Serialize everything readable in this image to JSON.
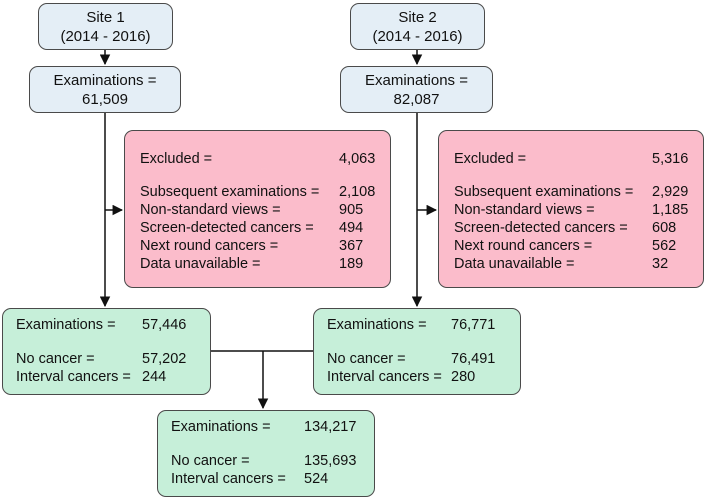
{
  "site1": {
    "header": {
      "line1": "Site 1",
      "line2": "(2014 - 2016)"
    },
    "exam": {
      "line1": "Examinations =",
      "line2": "61,509"
    },
    "excluded": {
      "excluded_label": "Excluded =",
      "excluded_value": "4,063",
      "items": [
        {
          "label": "Subsequent examinations =",
          "value": "2,108"
        },
        {
          "label": "Non-standard views =",
          "value": "905"
        },
        {
          "label": "Screen-detected cancers =",
          "value": "494"
        },
        {
          "label": "Next round cancers =",
          "value": "367"
        },
        {
          "label": "Data unavailable =",
          "value": "189"
        }
      ]
    },
    "final": {
      "exam_label": "Examinations =",
      "exam_value": "57,446",
      "nocancer_label": "No cancer =",
      "nocancer_value": "57,202",
      "interval_label": "Interval cancers =",
      "interval_value": "244"
    }
  },
  "site2": {
    "header": {
      "line1": "Site 2",
      "line2": "(2014 - 2016)"
    },
    "exam": {
      "line1": "Examinations =",
      "line2": "82,087"
    },
    "excluded": {
      "excluded_label": "Excluded =",
      "excluded_value": "5,316",
      "items": [
        {
          "label": "Subsequent examinations =",
          "value": "2,929"
        },
        {
          "label": "Non-standard views =",
          "value": "1,185"
        },
        {
          "label": "Screen-detected cancers =",
          "value": "608"
        },
        {
          "label": "Next round cancers =",
          "value": "562"
        },
        {
          "label": "Data unavailable =",
          "value": "32"
        }
      ]
    },
    "final": {
      "exam_label": "Examinations =",
      "exam_value": "76,771",
      "nocancer_label": "No cancer =",
      "nocancer_value": "76,491",
      "interval_label": "Interval cancers =",
      "interval_value": "280"
    }
  },
  "combined": {
    "exam_label": "Examinations =",
    "exam_value": "134,217",
    "nocancer_label": "No cancer =",
    "nocancer_value": "135,693",
    "interval_label": "Interval cancers =",
    "interval_value": "524"
  },
  "colors": {
    "header_fill": "#e4eef6",
    "excluded_fill": "#fbbccb",
    "result_fill": "#c6efd9",
    "border": "#4a4a4a"
  }
}
